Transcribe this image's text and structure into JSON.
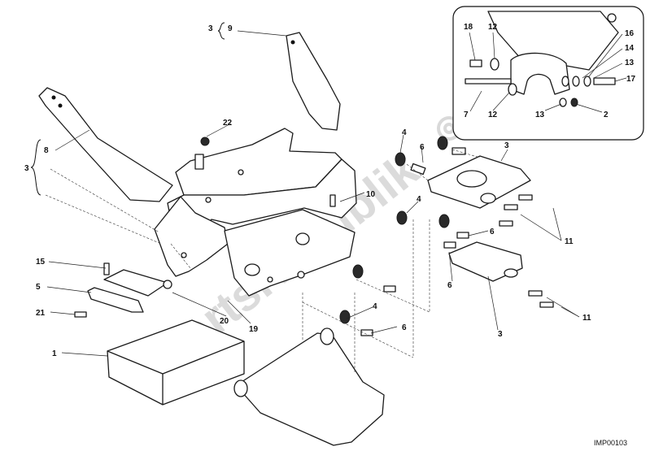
{
  "callouts": {
    "c1": "1",
    "c2": "2",
    "c3a": "3",
    "c3b": "3",
    "c3c": "3",
    "c3d": "3",
    "c4a": "4",
    "c4b": "4",
    "c4c": "4",
    "c5": "5",
    "c6a": "6",
    "c6b": "6",
    "c6c": "6",
    "c6d": "6",
    "c7": "7",
    "c8": "8",
    "c9": "9",
    "c10": "10",
    "c11a": "11",
    "c11b": "11",
    "c12a": "12",
    "c12b": "12",
    "c13a": "13",
    "c13b": "13",
    "c14": "14",
    "c15": "15",
    "c16": "16",
    "c17": "17",
    "c18": "18",
    "c19": "19",
    "c20": "20",
    "c21": "21",
    "c22": "22"
  },
  "footer": {
    "code": "IMP00103"
  },
  "watermark": {
    "text": "PartsRepublik"
  }
}
